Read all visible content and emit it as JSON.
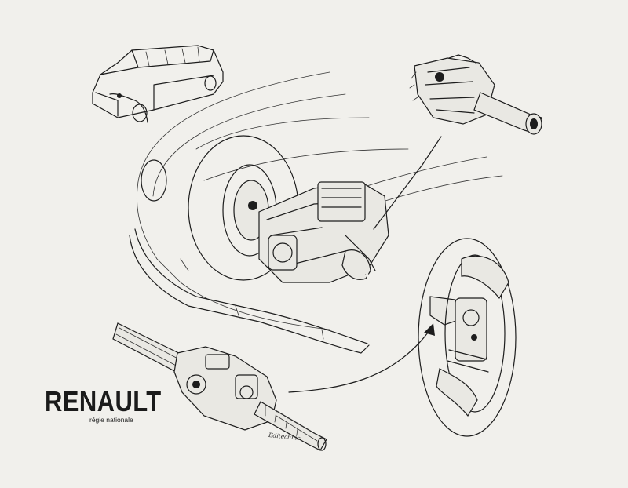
{
  "brand": {
    "name": "RENAULT",
    "tagline": "régie nationale"
  },
  "signature": "Editechnic",
  "colors": {
    "background": "#f1f0ec",
    "ink": "#1d1d1d"
  },
  "figures": {
    "small_car": "renault-4-car-icon",
    "cutaway": "front-drivetrain-cutaway",
    "cv_joint_top": "cv-joint-detail-top",
    "halfshaft_bottom": "halfshaft-joint-detail-bottom",
    "wheel_hub": "wheel-hub-cutaway"
  }
}
